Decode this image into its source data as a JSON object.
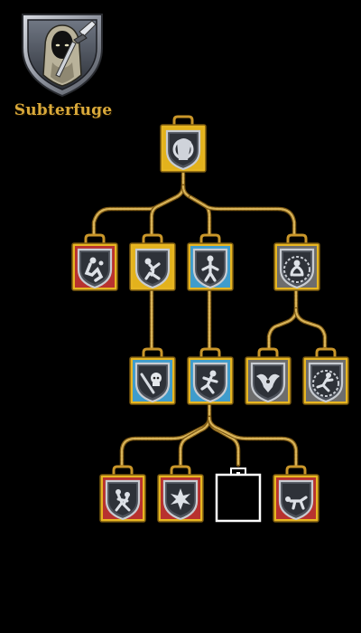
{
  "tree": {
    "title": "Subterfuge",
    "crest_icon": "hooded-figure-with-sword-icon",
    "accent_color": "#d9a93a"
  },
  "frame_colors": {
    "gold": "#e7b622",
    "outline": "#c9962a",
    "red": "#b8322f",
    "yellow": "#e3b21c",
    "blue": "#3f9ccc",
    "gray": "#6d6d6d",
    "empty": "#000000"
  },
  "skills": [
    {
      "id": "root",
      "icon": "cloak-swirl-icon",
      "color": "yellow",
      "state": "unlocked"
    },
    {
      "id": "r1a",
      "icon": "kneeling-figure-icon",
      "color": "red",
      "state": "unlocked"
    },
    {
      "id": "r1b",
      "icon": "tumbling-figure-icon",
      "color": "yellow",
      "state": "unlocked"
    },
    {
      "id": "r1c",
      "icon": "standing-figure-icon",
      "color": "blue",
      "state": "unlocked"
    },
    {
      "id": "r1d",
      "icon": "crouching-figure-gear-icon",
      "color": "gray",
      "state": "unlocked"
    },
    {
      "id": "r2a",
      "icon": "skull-dagger-icon",
      "color": "blue",
      "state": "unlocked"
    },
    {
      "id": "r2b",
      "icon": "running-figure-icon",
      "color": "blue",
      "state": "unlocked"
    },
    {
      "id": "r2c",
      "icon": "winged-beast-icon",
      "color": "gray",
      "state": "unlocked"
    },
    {
      "id": "r2d",
      "icon": "leaping-figure-gear-icon",
      "color": "gray",
      "state": "unlocked"
    },
    {
      "id": "r3a",
      "icon": "grappling-figures-icon",
      "color": "red",
      "state": "unlocked"
    },
    {
      "id": "r3b",
      "icon": "burst-figure-icon",
      "color": "red",
      "state": "unlocked"
    },
    {
      "id": "r3c",
      "icon": "empty-slot-icon",
      "color": "empty",
      "state": "empty"
    },
    {
      "id": "r3d",
      "icon": "crawling-figure-icon",
      "color": "red",
      "state": "unlocked"
    }
  ]
}
